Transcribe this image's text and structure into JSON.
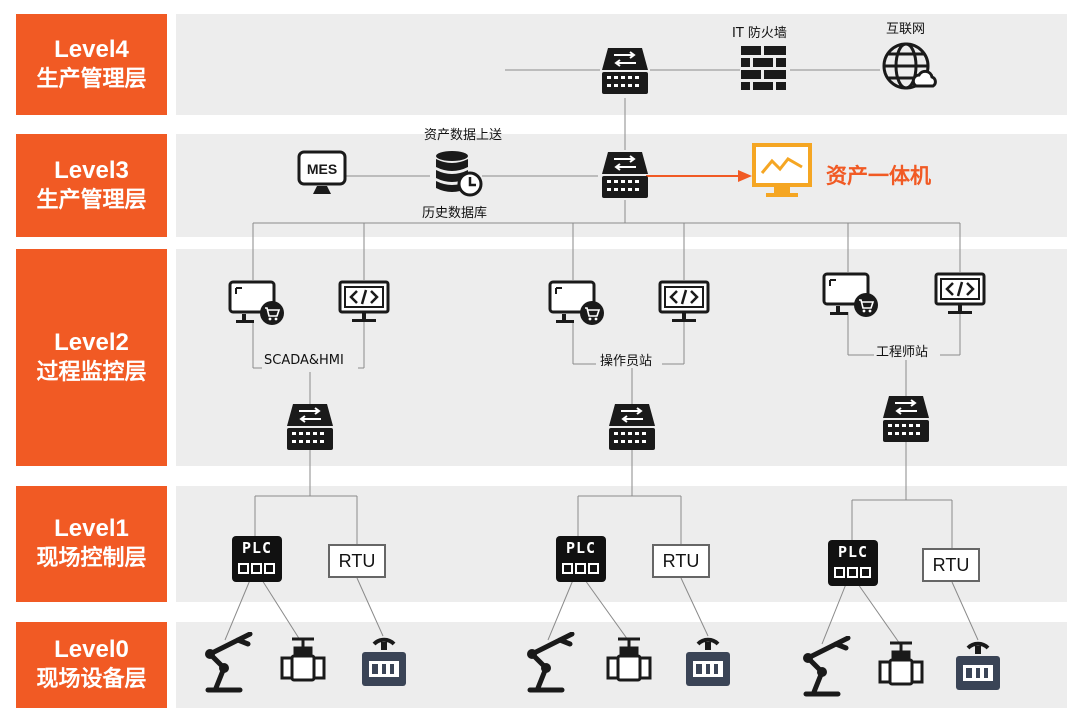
{
  "levels": [
    {
      "level": "Level4",
      "name": "生产管理层"
    },
    {
      "level": "Level3",
      "name": "生产管理层"
    },
    {
      "level": "Level2",
      "name": "过程监控层"
    },
    {
      "level": "Level1",
      "name": "现场控制层"
    },
    {
      "level": "Level0",
      "name": "现场设备层"
    }
  ],
  "labels": {
    "firewall": "IT 防火墙",
    "internet": "互联网",
    "upload": "资产数据上送",
    "mes": "MES",
    "historian": "历史数据库",
    "asset_appliance": "资产一体机",
    "scada": "SCADA&HMI",
    "operator": "操作员站",
    "engineer": "工程师站",
    "plc": "PLC",
    "rtu": "RTU"
  },
  "colors": {
    "accent": "#f15a24",
    "band": "#ededed",
    "icon": "#1a1a1a"
  },
  "icons": [
    "switch-icon",
    "firewall-icon",
    "globe-cloud-icon",
    "mes-monitor-icon",
    "database-clock-icon",
    "trend-monitor-icon",
    "hmi-monitor-icon",
    "code-monitor-icon",
    "plc-icon",
    "rtu-icon",
    "robot-arm-icon",
    "valve-icon",
    "remote-device-icon"
  ]
}
